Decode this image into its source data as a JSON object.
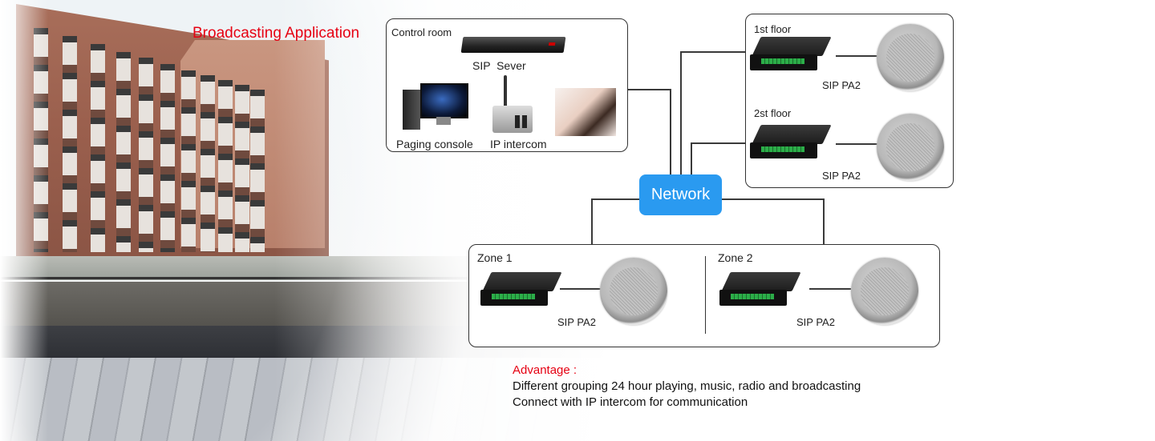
{
  "title": "Broadcasting Application",
  "control_room": {
    "label": "Control room",
    "devices": [
      {
        "name": "SIP  Sever",
        "icon": "sip-server-icon"
      },
      {
        "name": "Paging console",
        "icon": "pc-icon"
      },
      {
        "name": "IP intercom",
        "icon": "intercom-icon"
      },
      {
        "name": "",
        "icon": "operator-headset-icon"
      }
    ]
  },
  "network": {
    "label": "Network",
    "color": "#2a9af0"
  },
  "floors": [
    {
      "label": "1st floor",
      "device": "SIP PA2"
    },
    {
      "label": "2st floor",
      "device": "SIP PA2"
    }
  ],
  "zones": [
    {
      "label": "Zone 1",
      "device": "SIP PA2"
    },
    {
      "label": "Zone 2",
      "device": "SIP PA2"
    }
  ],
  "advantage": {
    "heading": "Advantage :",
    "lines": [
      "Different grouping 24 hour playing, music, radio and broadcasting",
      "Connect with IP intercom for communication"
    ]
  },
  "colors": {
    "accent_red": "#e60012",
    "network_blue": "#2a9af0"
  }
}
